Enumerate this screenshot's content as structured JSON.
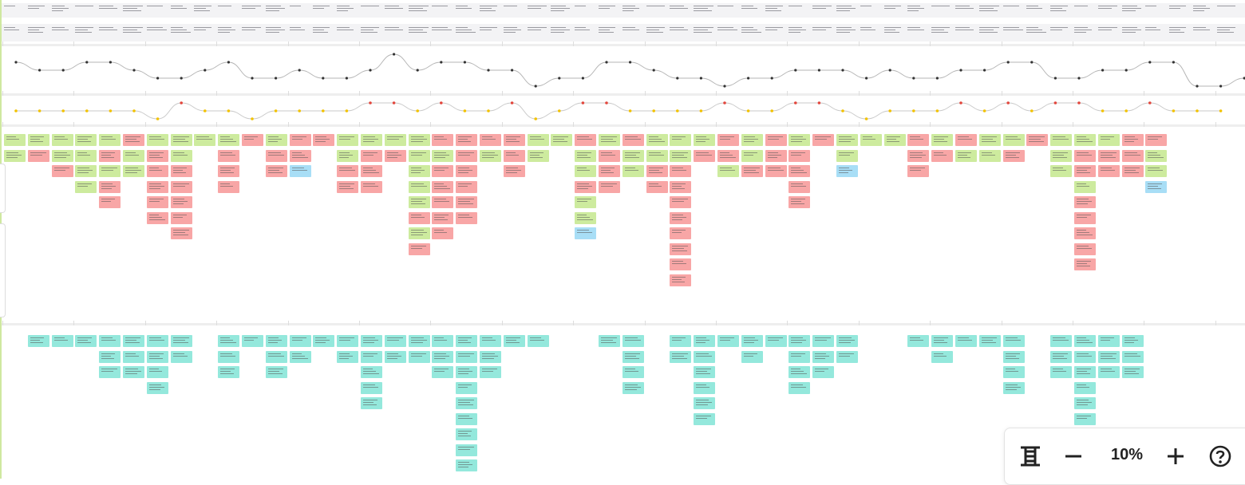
{
  "toolbar": {
    "zoom_level": "10%",
    "fit_icon": "fit-to-screen-icon",
    "zoom_out_icon": "minus-icon",
    "zoom_in_icon": "plus-icon",
    "help_icon": "help-circle-icon"
  },
  "colors": {
    "card_green": "#cdeb9e",
    "card_red": "#f8a6a6",
    "card_blue": "#a8def6",
    "card_teal": "#94e8dc",
    "dot_yellow": "#f2c200",
    "dot_red": "#e2463c",
    "band_gray": "#f3f3f5",
    "rail_green": "#cfe8a0"
  },
  "board": {
    "column_count": 52,
    "emotion_levels": [
      2,
      1,
      1,
      2,
      2,
      1,
      0,
      0,
      1,
      2,
      0,
      0,
      1,
      0,
      0,
      1,
      3,
      1,
      2,
      2,
      1,
      1,
      -1,
      0,
      0,
      2,
      2,
      1,
      0,
      0,
      -1,
      0,
      0,
      1,
      1,
      1,
      0,
      1,
      0,
      0,
      1,
      1,
      2,
      2,
      0,
      0,
      1,
      1,
      2,
      2,
      -1,
      -1,
      0
    ],
    "sentiment": [
      0,
      0,
      0,
      0,
      0,
      0,
      -1,
      1,
      0,
      0,
      -1,
      0,
      0,
      0,
      0,
      1,
      1,
      0,
      1,
      0,
      0,
      1,
      -1,
      0,
      1,
      1,
      0,
      0,
      0,
      0,
      1,
      0,
      0,
      1,
      1,
      0,
      -1,
      0,
      0,
      0,
      1,
      0,
      1,
      0,
      1,
      1,
      0,
      0,
      1,
      0,
      0,
      0
    ],
    "upper_lane": [
      [
        "green",
        "green"
      ],
      [
        "green",
        "red"
      ],
      [
        "green",
        "green",
        "red"
      ],
      [
        "green",
        "green",
        "green",
        "green"
      ],
      [
        "green",
        "red",
        "green",
        "red",
        "red"
      ],
      [
        "red",
        "green",
        "green"
      ],
      [
        "green",
        "red",
        "red",
        "red",
        "red",
        "red"
      ],
      [
        "green",
        "green",
        "red",
        "red",
        "red",
        "red",
        "red"
      ],
      [
        "green"
      ],
      [
        "green",
        "red",
        "red",
        "red"
      ],
      [
        "red"
      ],
      [
        "green",
        "red",
        "red"
      ],
      [
        "red",
        "red",
        "blue"
      ],
      [
        "red"
      ],
      [
        "green",
        "green",
        "red",
        "red"
      ],
      [
        "green",
        "red",
        "red",
        "red"
      ],
      [
        "green",
        "red"
      ],
      [
        "green",
        "green",
        "green",
        "green",
        "green",
        "red",
        "green",
        "red"
      ],
      [
        "red",
        "green",
        "red",
        "red",
        "red",
        "red",
        "red"
      ],
      [
        "red",
        "red",
        "red",
        "red",
        "red",
        "red"
      ],
      [
        "red",
        "green"
      ],
      [
        "red",
        "red",
        "red"
      ],
      [
        "green",
        "green"
      ],
      [
        "green"
      ],
      [
        "red",
        "green",
        "green",
        "red",
        "green",
        "green",
        "blue"
      ],
      [
        "green",
        "red",
        "red",
        "red"
      ],
      [
        "red",
        "green",
        "green"
      ],
      [
        "green",
        "green",
        "red",
        "red"
      ],
      [
        "green",
        "green",
        "red",
        "red",
        "red",
        "red",
        "red",
        "red",
        "red",
        "red"
      ],
      [
        "green",
        "red"
      ],
      [
        "red",
        "red",
        "green"
      ],
      [
        "green",
        "green",
        "red"
      ],
      [
        "red",
        "red",
        "red"
      ],
      [
        "green",
        "red",
        "red",
        "red",
        "red"
      ],
      [
        "red"
      ],
      [
        "green",
        "green",
        "blue"
      ],
      [
        "green"
      ],
      [
        "green"
      ],
      [
        "red",
        "red",
        "red"
      ],
      [
        "green",
        "red"
      ],
      [
        "red",
        "green"
      ],
      [
        "green",
        "green"
      ],
      [
        "green",
        "red"
      ],
      [
        "red"
      ],
      [
        "green",
        "green",
        "green"
      ],
      [
        "green",
        "red",
        "red",
        "green",
        "red",
        "red",
        "red",
        "red",
        "red"
      ],
      [
        "green",
        "red",
        "red"
      ],
      [
        "red",
        "red",
        "red"
      ],
      [
        "red",
        "green",
        "green",
        "blue"
      ],
      [],
      [],
      []
    ],
    "lower_lane": [
      [],
      [
        "teal"
      ],
      [
        "teal"
      ],
      [
        "teal"
      ],
      [
        "teal",
        "teal",
        "teal"
      ],
      [
        "teal",
        "teal",
        "teal"
      ],
      [
        "teal",
        "teal",
        "teal",
        "teal"
      ],
      [
        "teal",
        "teal"
      ],
      [],
      [
        "teal",
        "teal",
        "teal"
      ],
      [
        "teal"
      ],
      [
        "teal",
        "teal",
        "teal"
      ],
      [
        "teal",
        "teal"
      ],
      [
        "teal"
      ],
      [
        "teal",
        "teal"
      ],
      [
        "teal",
        "teal",
        "teal",
        "teal",
        "teal"
      ],
      [
        "teal",
        "teal"
      ],
      [
        "teal",
        "teal"
      ],
      [
        "teal",
        "teal",
        "teal"
      ],
      [
        "teal",
        "teal",
        "teal",
        "teal",
        "teal",
        "teal",
        "teal",
        "teal",
        "teal"
      ],
      [
        "teal",
        "teal",
        "teal"
      ],
      [
        "teal"
      ],
      [
        "teal"
      ],
      [],
      [],
      [
        "teal"
      ],
      [
        "teal",
        "teal",
        "teal",
        "teal"
      ],
      [],
      [
        "teal",
        "teal"
      ],
      [
        "teal",
        "teal",
        "teal",
        "teal",
        "teal",
        "teal"
      ],
      [
        "teal"
      ],
      [
        "teal",
        "teal"
      ],
      [
        "teal"
      ],
      [
        "teal",
        "teal",
        "teal",
        "teal"
      ],
      [
        "teal",
        "teal",
        "teal"
      ],
      [
        "teal",
        "teal"
      ],
      [],
      [],
      [
        "teal"
      ],
      [
        "teal",
        "teal"
      ],
      [
        "teal"
      ],
      [
        "teal"
      ],
      [
        "teal",
        "teal",
        "teal",
        "teal"
      ],
      [],
      [
        "teal",
        "teal",
        "teal"
      ],
      [
        "teal",
        "teal",
        "teal",
        "teal",
        "teal",
        "teal"
      ],
      [
        "teal",
        "teal",
        "teal"
      ],
      [
        "teal",
        "teal",
        "teal"
      ],
      [],
      [],
      [],
      []
    ]
  }
}
